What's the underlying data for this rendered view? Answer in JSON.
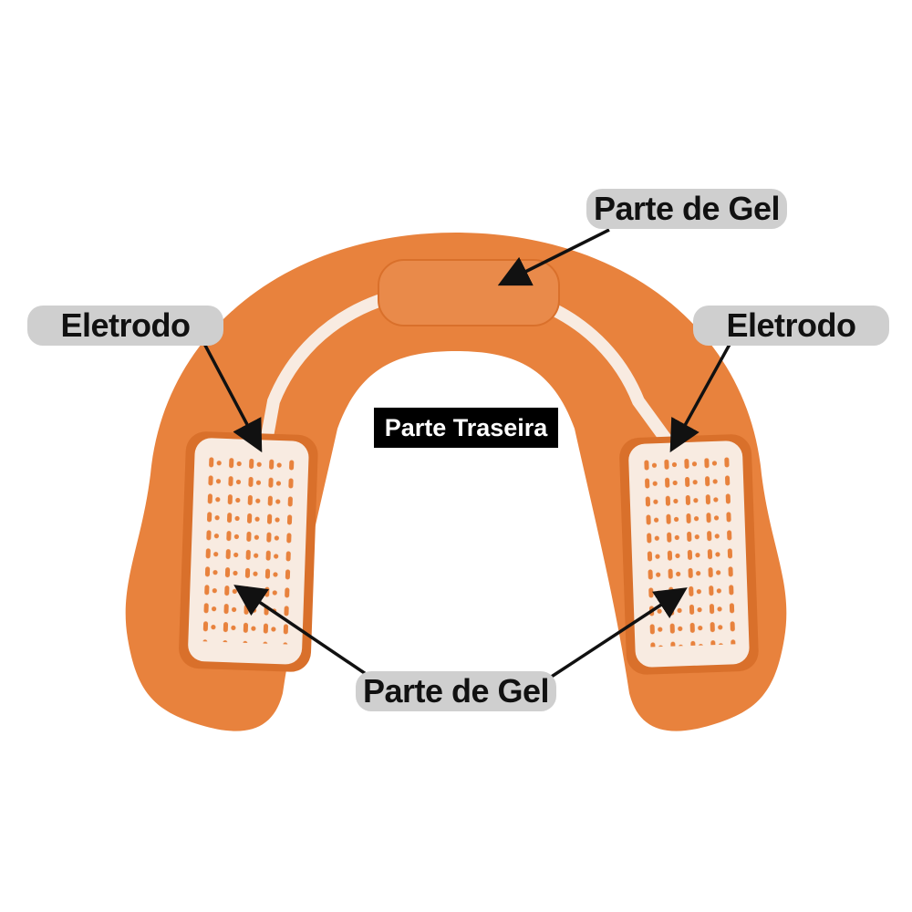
{
  "labels": {
    "gel_top": "Parte de Gel",
    "electrode_left": "Eletrodo",
    "electrode_right": "Eletrodo",
    "back_side": "Parte Traseira",
    "gel_bottom": "Parte de Gel"
  },
  "colors": {
    "pad_orange": "#e8823d",
    "pad_orange_dark": "#d9702b",
    "gel_white": "#f8ebe1",
    "pill_gray": "#cfcfcf",
    "arrow": "#111111"
  }
}
